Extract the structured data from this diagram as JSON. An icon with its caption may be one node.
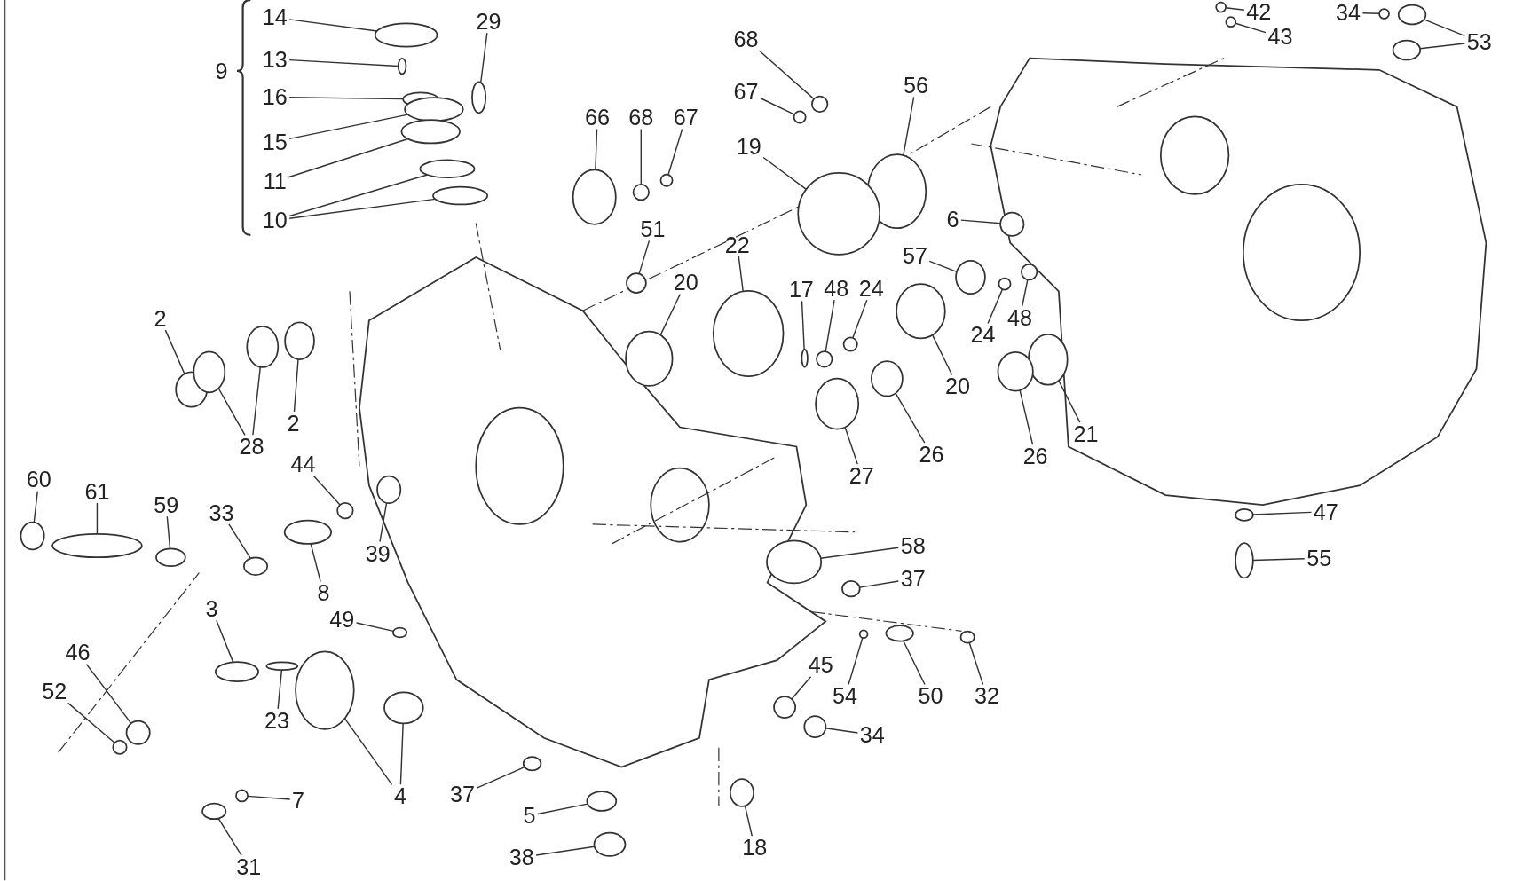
{
  "diagram": {
    "nodes": [
      {
        "text": [
          "14"
        ]
      },
      {
        "text": [
          "13"
        ]
      },
      {
        "text": [
          "16"
        ]
      },
      {
        "text": [
          "15"
        ]
      },
      {
        "text": [
          "11"
        ]
      },
      {
        "text": [
          "10"
        ]
      },
      {
        "text": [
          "29"
        ]
      },
      {
        "text": [
          "68"
        ]
      },
      {
        "text": [
          "67"
        ]
      },
      {
        "text": [
          "56"
        ]
      },
      {
        "text": [
          "19"
        ]
      },
      {
        "text": [
          "66"
        ]
      },
      {
        "text": [
          "68"
        ]
      },
      {
        "text": [
          "67"
        ]
      },
      {
        "text": [
          "51"
        ]
      },
      {
        "text": [
          "22"
        ]
      },
      {
        "text": [
          "20"
        ]
      },
      {
        "text": [
          "17"
        ]
      },
      {
        "text": [
          "48"
        ]
      },
      {
        "text": [
          "24"
        ]
      },
      {
        "text": [
          "6"
        ]
      },
      {
        "text": [
          "57"
        ]
      },
      {
        "text": [
          "24"
        ]
      },
      {
        "text": [
          "48"
        ]
      },
      {
        "text": [
          "20"
        ]
      },
      {
        "text": [
          "21"
        ]
      },
      {
        "text": [
          "26"
        ]
      },
      {
        "text": [
          "26"
        ]
      },
      {
        "text": [
          "27"
        ]
      },
      {
        "text": [
          "2"
        ]
      },
      {
        "text": [
          "28"
        ]
      },
      {
        "text": [
          "2"
        ]
      },
      {
        "text": [
          "60"
        ]
      },
      {
        "text": [
          "61"
        ]
      },
      {
        "text": [
          "59"
        ]
      },
      {
        "text": [
          "44"
        ]
      },
      {
        "text": [
          "33"
        ]
      },
      {
        "text": [
          "39"
        ]
      },
      {
        "text": [
          "8"
        ]
      },
      {
        "text": [
          "3"
        ]
      },
      {
        "text": [
          "46"
        ]
      },
      {
        "text": [
          "52"
        ]
      },
      {
        "text": [
          "23"
        ]
      },
      {
        "text": [
          "49"
        ]
      },
      {
        "text": [
          "4"
        ]
      },
      {
        "text": [
          "7"
        ]
      },
      {
        "text": [
          "31"
        ]
      },
      {
        "text": [
          "37"
        ]
      },
      {
        "text": [
          "5"
        ]
      },
      {
        "text": [
          "38"
        ]
      },
      {
        "text": [
          "18"
        ]
      },
      {
        "text": [
          "58"
        ]
      },
      {
        "text": [
          "37"
        ]
      },
      {
        "text": [
          "45"
        ]
      },
      {
        "text": [
          "54"
        ]
      },
      {
        "text": [
          "50"
        ]
      },
      {
        "text": [
          "32"
        ]
      },
      {
        "text": [
          "34"
        ]
      },
      {
        "text": [
          "47"
        ]
      },
      {
        "text": [
          "55"
        ]
      },
      {
        "text": [
          "53"
        ]
      },
      {
        "text": [
          "43"
        ]
      },
      {
        "text": [
          "42"
        ]
      },
      {
        "text": [
          "34"
        ]
      },
      {
        "text": [],
        "shape": "circle"
      },
      {
        "text": [],
        "shape": "circle"
      },
      {
        "text": [],
        "shape": "circle"
      },
      {
        "text": [],
        "shape": "circle"
      },
      {
        "text": [],
        "shape": "circle"
      },
      {
        "text": [],
        "shape": "circle"
      },
      {
        "text": [],
        "shape": "circle"
      },
      {
        "text": [],
        "shape": "circle"
      },
      {
        "text": [],
        "shape": "circle"
      },
      {
        "text": [],
        "shape": "circle"
      },
      {
        "text": [],
        "shape": "circle"
      },
      {
        "text": [],
        "shape": "circle"
      },
      {
        "text": [],
        "shape": "circle"
      },
      {
        "text": [],
        "shape": "circle"
      },
      {
        "text": [],
        "shape": "circle"
      },
      {
        "text": [],
        "shape": "circle"
      },
      {
        "text": [],
        "shape": "circle"
      },
      {
        "text": [],
        "shape": "circle"
      },
      {
        "text": [],
        "shape": "circle"
      },
      {
        "text": [],
        "shape": "circle"
      },
      {
        "text": [],
        "shape": "circle"
      },
      {
        "text": [],
        "shape": "circle"
      },
      {
        "text": [],
        "shape": "circle"
      },
      {
        "text": [],
        "shape": "circle"
      },
      {
        "text": [],
        "shape": "circle"
      },
      {
        "text": [],
        "shape": "circle"
      },
      {
        "text": [],
        "shape": "circle"
      },
      {
        "text": [],
        "shape": "circle"
      },
      {
        "text": [],
        "shape": "circle"
      },
      {
        "text": [],
        "shape": "circle"
      },
      {
        "text": [],
        "shape": "circle"
      },
      {
        "text": [],
        "shape": "circle"
      },
      {
        "text": [],
        "shape": "circle"
      },
      {
        "text": [],
        "shape": "circle"
      },
      {
        "text": [],
        "shape": "circle"
      },
      {
        "text": [],
        "shape": "circle"
      },
      {
        "text": [],
        "shape": "circle"
      },
      {
        "text": [],
        "shape": "circle"
      },
      {
        "text": [],
        "shape": "circle"
      },
      {
        "text": [],
        "shape": "circle"
      },
      {
        "text": [],
        "shape": "circle"
      },
      {
        "text": [],
        "shape": "circle"
      },
      {
        "text": [],
        "shape": "circle"
      },
      {
        "text": [],
        "shape": "circle"
      },
      {
        "text": [],
        "shape": "circle"
      },
      {
        "text": [],
        "shape": "circle"
      },
      {
        "text": [],
        "shape": "circle"
      },
      {
        "text": [],
        "shape": "circle"
      },
      {
        "text": [],
        "shape": "circle"
      },
      {
        "text": [],
        "shape": "circle"
      },
      {
        "text": [],
        "shape": "circle"
      },
      {
        "text": [],
        "shape": "circle"
      },
      {
        "text": [],
        "shape": "circle"
      },
      {
        "text": [],
        "shape": "circle"
      },
      {
        "text": [],
        "shape": "circle"
      },
      {
        "text": [],
        "shape": "circle"
      },
      {
        "text": [],
        "shape": "circle"
      },
      {
        "text": [],
        "shape": "circle"
      },
      {
        "text": [],
        "shape": "circle"
      },
      {
        "text": [],
        "shape": "circle"
      },
      {
        "text": [],
        "shape": "circle"
      },
      {
        "text": [],
        "shape": "circle"
      },
      {
        "text": [],
        "shape": "circle"
      },
      {
        "text": [],
        "shape": "circle"
      },
      {
        "text": [],
        "shape": "circle"
      },
      {
        "text": [],
        "shape": "circle"
      },
      {
        "text": [],
        "shape": "circle"
      },
      {
        "text": [],
        "shape": "circle"
      }
    ],
    "edges": [
      {
        "from": 0,
        "to": 64,
        "arrow": "none"
      },
      {
        "from": 1,
        "to": 65,
        "arrow": "none"
      },
      {
        "from": 2,
        "to": 66,
        "arrow": "none"
      },
      {
        "from": 3,
        "to": 67,
        "arrow": "none"
      },
      {
        "from": 4,
        "to": 68,
        "arrow": "none"
      },
      {
        "from": 5,
        "to": 69,
        "arrow": "none"
      },
      {
        "from": 5,
        "to": 70,
        "arrow": "none"
      },
      {
        "from": 6,
        "to": 71,
        "arrow": "none"
      },
      {
        "from": 7,
        "to": 72,
        "arrow": "none"
      },
      {
        "from": 8,
        "to": 73,
        "arrow": "none"
      },
      {
        "from": 9,
        "to": 74,
        "arrow": "none"
      },
      {
        "from": 10,
        "to": 75,
        "arrow": "none"
      },
      {
        "from": 11,
        "to": 76,
        "arrow": "none"
      },
      {
        "from": 12,
        "to": 77,
        "arrow": "none"
      },
      {
        "from": 13,
        "to": 78,
        "arrow": "none"
      },
      {
        "from": 14,
        "to": 79,
        "arrow": "none"
      },
      {
        "from": 15,
        "to": 80,
        "arrow": "none"
      },
      {
        "from": 16,
        "to": 81,
        "arrow": "none"
      },
      {
        "from": 17,
        "to": 82,
        "arrow": "none"
      },
      {
        "from": 18,
        "to": 83,
        "arrow": "none"
      },
      {
        "from": 19,
        "to": 84,
        "arrow": "none"
      },
      {
        "from": 20,
        "to": 85,
        "arrow": "none"
      },
      {
        "from": 21,
        "to": 86,
        "arrow": "none"
      },
      {
        "from": 22,
        "to": 87,
        "arrow": "none"
      },
      {
        "from": 23,
        "to": 88,
        "arrow": "none"
      },
      {
        "from": 24,
        "to": 89,
        "arrow": "none"
      },
      {
        "from": 25,
        "to": 90,
        "arrow": "none"
      },
      {
        "from": 26,
        "to": 91,
        "arrow": "none"
      },
      {
        "from": 27,
        "to": 92,
        "arrow": "none"
      },
      {
        "from": 28,
        "to": 93,
        "arrow": "none"
      },
      {
        "from": 29,
        "to": 94,
        "arrow": "none"
      },
      {
        "from": 30,
        "to": 95,
        "arrow": "none"
      },
      {
        "from": 30,
        "to": 96,
        "arrow": "none"
      },
      {
        "from": 31,
        "to": 97,
        "arrow": "none"
      },
      {
        "from": 32,
        "to": 98,
        "arrow": "none"
      },
      {
        "from": 33,
        "to": 99,
        "arrow": "none"
      },
      {
        "from": 34,
        "to": 100,
        "arrow": "none"
      },
      {
        "from": 35,
        "to": 101,
        "arrow": "none"
      },
      {
        "from": 36,
        "to": 102,
        "arrow": "none"
      },
      {
        "from": 37,
        "to": 103,
        "arrow": "none"
      },
      {
        "from": 38,
        "to": 104,
        "arrow": "none"
      },
      {
        "from": 39,
        "to": 105,
        "arrow": "none"
      },
      {
        "from": 40,
        "to": 106,
        "arrow": "none"
      },
      {
        "from": 41,
        "to": 107,
        "arrow": "none"
      },
      {
        "from": 42,
        "to": 108,
        "arrow": "none"
      },
      {
        "from": 43,
        "to": 109,
        "arrow": "none"
      },
      {
        "from": 44,
        "to": 110,
        "arrow": "none"
      },
      {
        "from": 44,
        "to": 111,
        "arrow": "none"
      },
      {
        "from": 45,
        "to": 112,
        "arrow": "none"
      },
      {
        "from": 46,
        "to": 113,
        "arrow": "none"
      },
      {
        "from": 47,
        "to": 114,
        "arrow": "none"
      },
      {
        "from": 48,
        "to": 115,
        "arrow": "none"
      },
      {
        "from": 49,
        "to": 116,
        "arrow": "none"
      },
      {
        "from": 50,
        "to": 117,
        "arrow": "none"
      },
      {
        "from": 51,
        "to": 118,
        "arrow": "none"
      },
      {
        "from": 52,
        "to": 119,
        "arrow": "none"
      },
      {
        "from": 53,
        "to": 120,
        "arrow": "none"
      },
      {
        "from": 54,
        "to": 121,
        "arrow": "none"
      },
      {
        "from": 55,
        "to": 122,
        "arrow": "none"
      },
      {
        "from": 56,
        "to": 123,
        "arrow": "none"
      },
      {
        "from": 57,
        "to": 124,
        "arrow": "none"
      },
      {
        "from": 58,
        "to": 125,
        "arrow": "none"
      },
      {
        "from": 59,
        "to": 126,
        "arrow": "none"
      },
      {
        "from": 60,
        "to": 127,
        "arrow": "none"
      },
      {
        "from": 60,
        "to": 128,
        "arrow": "none"
      },
      {
        "from": 61,
        "to": 129,
        "arrow": "none"
      },
      {
        "from": 62,
        "to": 130,
        "arrow": "none"
      },
      {
        "from": 63,
        "to": 131,
        "arrow": "none"
      }
    ],
    "labels": [
      "9"
    ]
  }
}
